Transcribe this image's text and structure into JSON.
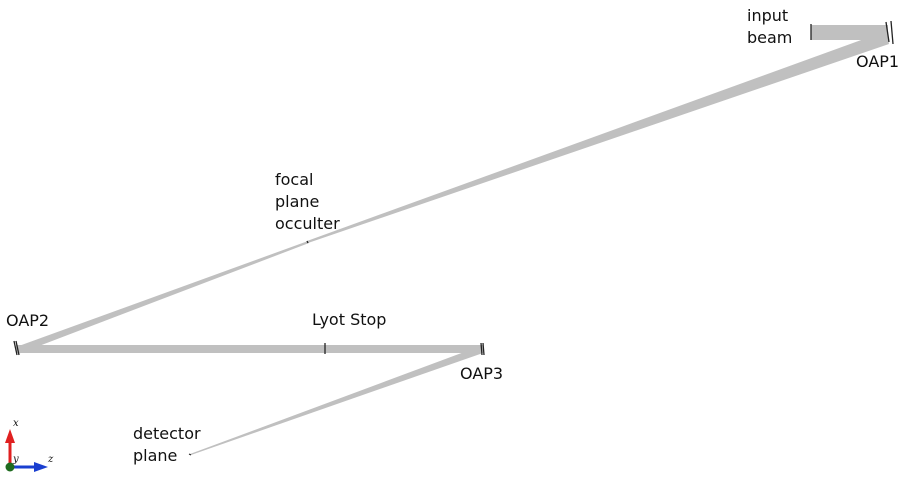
{
  "labels": {
    "input_beam": [
      "input",
      "beam"
    ],
    "oap1": "OAP1",
    "occulter": [
      "focal",
      "plane",
      "occulter"
    ],
    "oap2": "OAP2",
    "lyot": "Lyot Stop",
    "oap3": "OAP3",
    "detector": [
      "detector",
      "plane"
    ]
  },
  "axes": {
    "x": "x",
    "y": "y",
    "z": "z"
  },
  "colors": {
    "beam": "#c0c0c0",
    "optic": "#222222",
    "axis_x": "#e02020",
    "axis_z": "#1a3fd0",
    "axis_origin": "#1f6b1f"
  }
}
